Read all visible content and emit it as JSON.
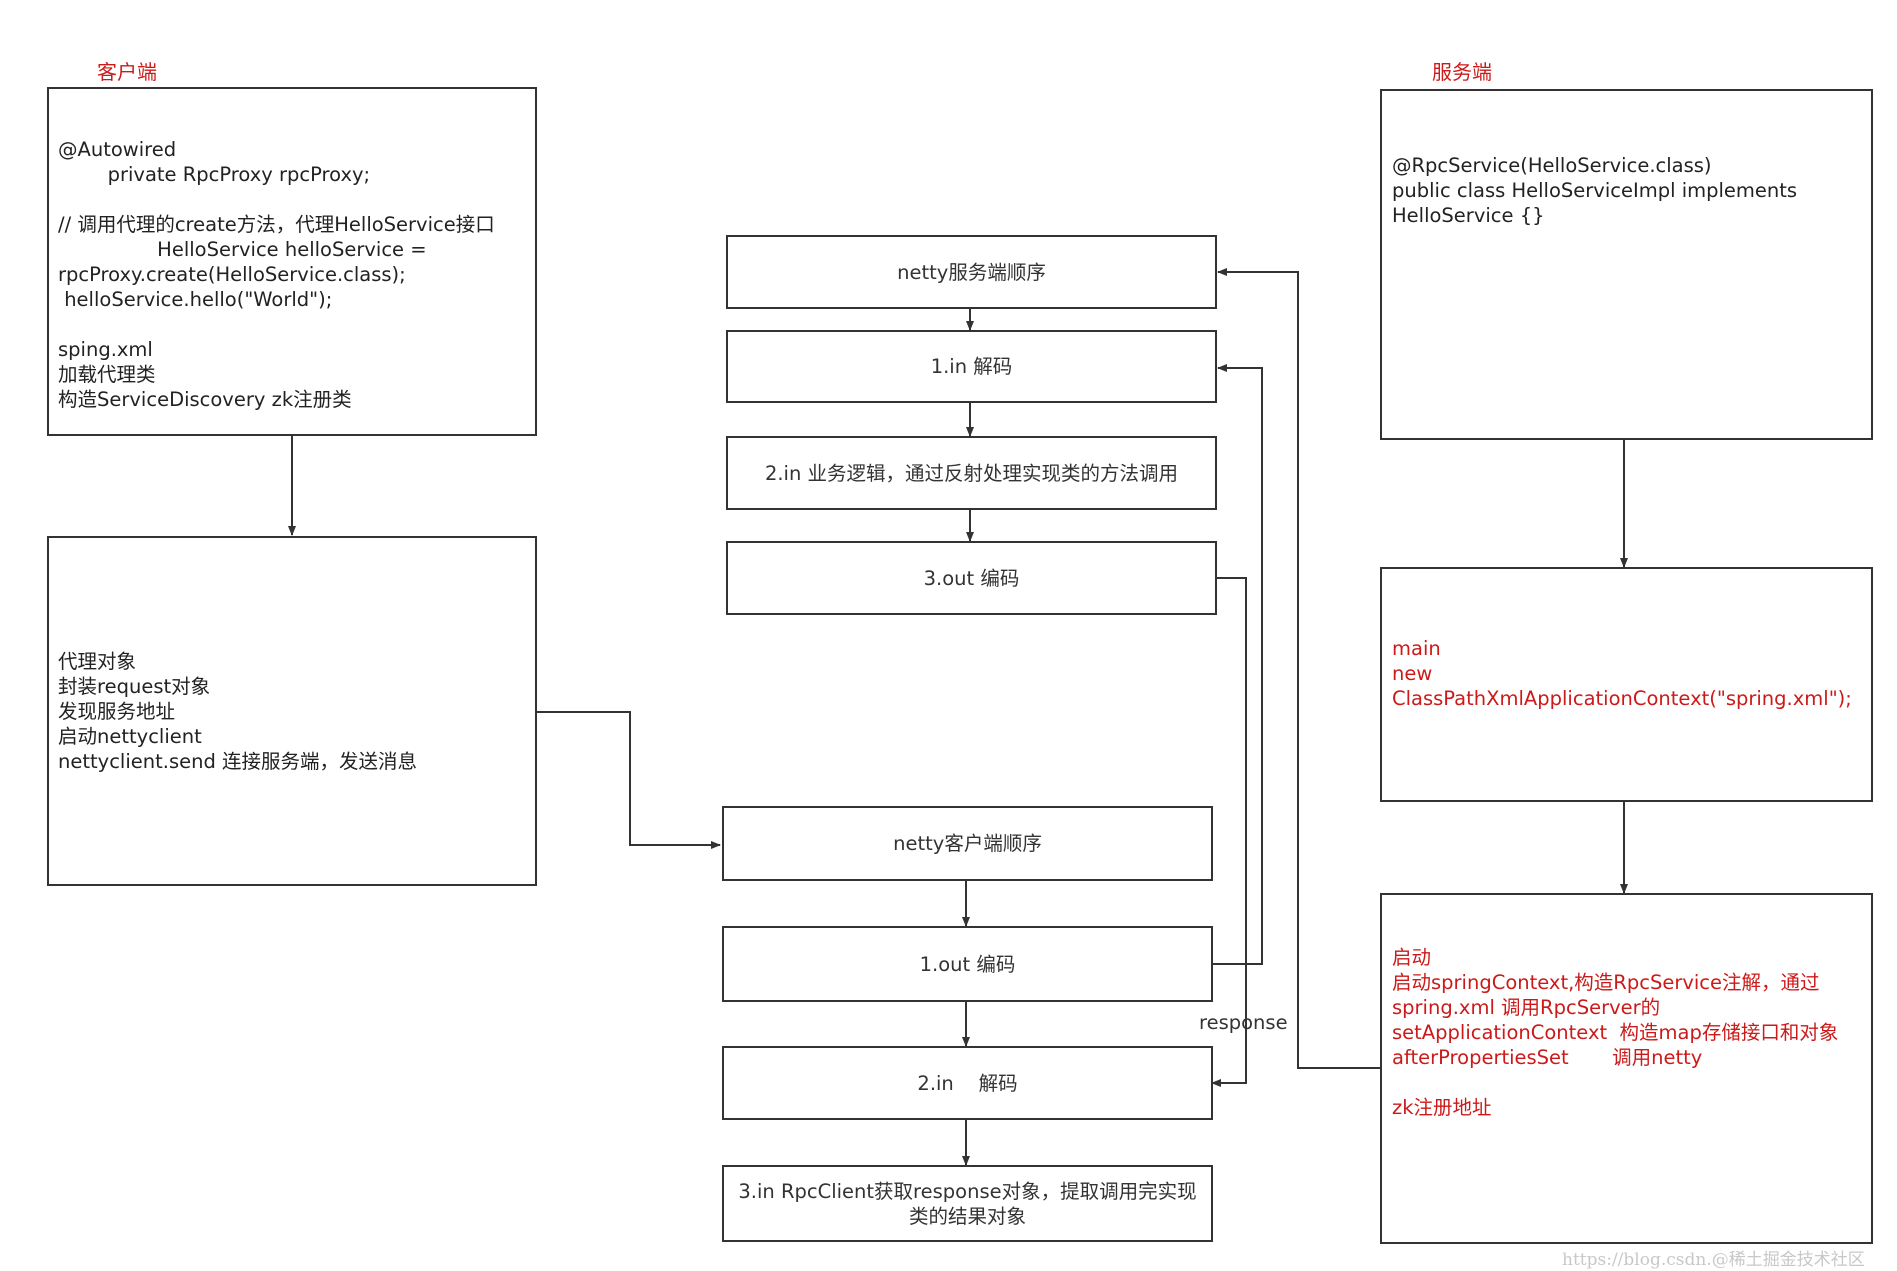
{
  "client": {
    "label": "客户端",
    "box1_lines": [
      "@Autowired",
      "        private RpcProxy rpcProxy;",
      "",
      "// 调用代理的create方法，代理HelloService接口",
      "                HelloService helloService =",
      "rpcProxy.create(HelloService.class);",
      " helloService.hello(\"World\");",
      "",
      "sping.xml",
      "加载代理类",
      "构造ServiceDiscovery zk注册类"
    ],
    "box2_lines": [
      "代理对象",
      "封装request对象",
      "发现服务地址",
      "启动nettyclient",
      "nettyclient.send 连接服务端，发送消息"
    ]
  },
  "server": {
    "label": "服务端",
    "box1_lines": [
      "@RpcService(HelloService.class)",
      "public class HelloServiceImpl implements",
      "HelloService {}"
    ],
    "box2_lines": [
      "main",
      "new",
      "ClassPathXmlApplicationContext(\"spring.xml\");"
    ],
    "box3_lines": [
      "启动",
      "启动springContext,构造RpcService注解，通过",
      "spring.xml 调用RpcServer的",
      "setApplicationContext  构造map存储接口和对象",
      "afterPropertiesSet       调用netty",
      "",
      "zk注册地址"
    ]
  },
  "netty_server": {
    "title": "netty服务端顺序",
    "steps": [
      "1.in 解码",
      "2.in 业务逻辑，通过反射处理实现类的方法调用",
      "3.out 编码"
    ]
  },
  "netty_client": {
    "title": "netty客户端顺序",
    "steps": [
      "1.out 编码",
      "2.in    解码",
      "3.in RpcClient获取response对象，提取调用完实现\n类的结果对象"
    ]
  },
  "response_label": "response",
  "watermark": "https://blog.csdn.@稀土掘金技术社区",
  "colors": {
    "accent_red": "#cc1a1a",
    "line": "#333333"
  }
}
